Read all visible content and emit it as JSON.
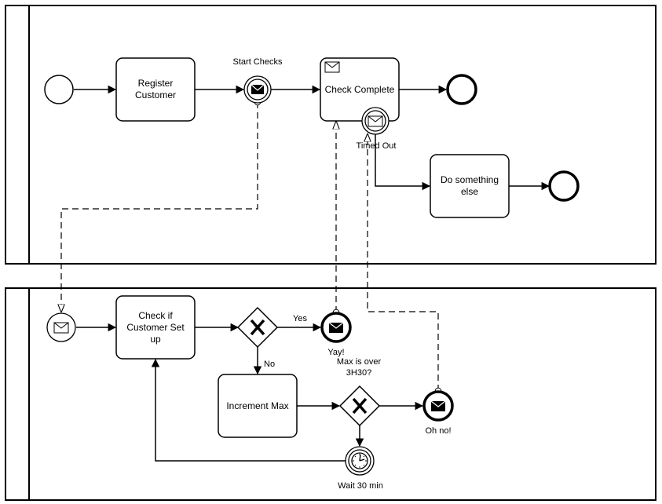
{
  "tasks": {
    "register_customer": [
      "Register",
      "Customer"
    ],
    "check_complete": "Check Complete",
    "do_something_else": [
      "Do something",
      "else"
    ],
    "check_customer_setup": [
      "Check if",
      "Customer Set",
      "up"
    ],
    "increment_max": "Increment Max"
  },
  "events": {
    "start_checks": "Start Checks",
    "timed_out": "Timed Out",
    "yay": "Yay!",
    "oh_no": "Oh no!",
    "wait_30": "Wait 30 min"
  },
  "gateways": {
    "max_over": [
      "Max is over",
      "3H30?"
    ]
  },
  "flows": {
    "yes": "Yes",
    "no": "No"
  }
}
